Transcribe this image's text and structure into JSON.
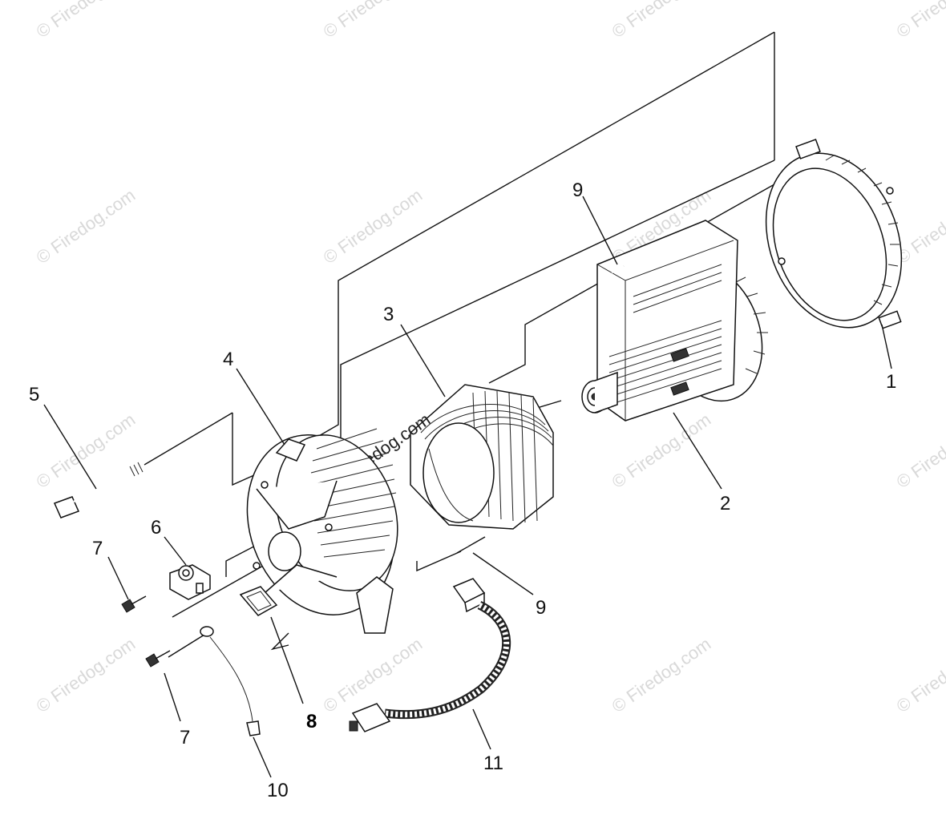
{
  "diagram": {
    "watermark_text": "© Firedog.com",
    "center_watermark_text": "© Firedog.com",
    "callouts": {
      "p1": "1",
      "p2": "2",
      "p3": "3",
      "p4": "4",
      "p5": "5",
      "p6": "6",
      "p7a": "7",
      "p7b": "7",
      "p8": "8",
      "p9a": "9",
      "p9b": "9",
      "p10": "10",
      "p11": "11"
    }
  }
}
